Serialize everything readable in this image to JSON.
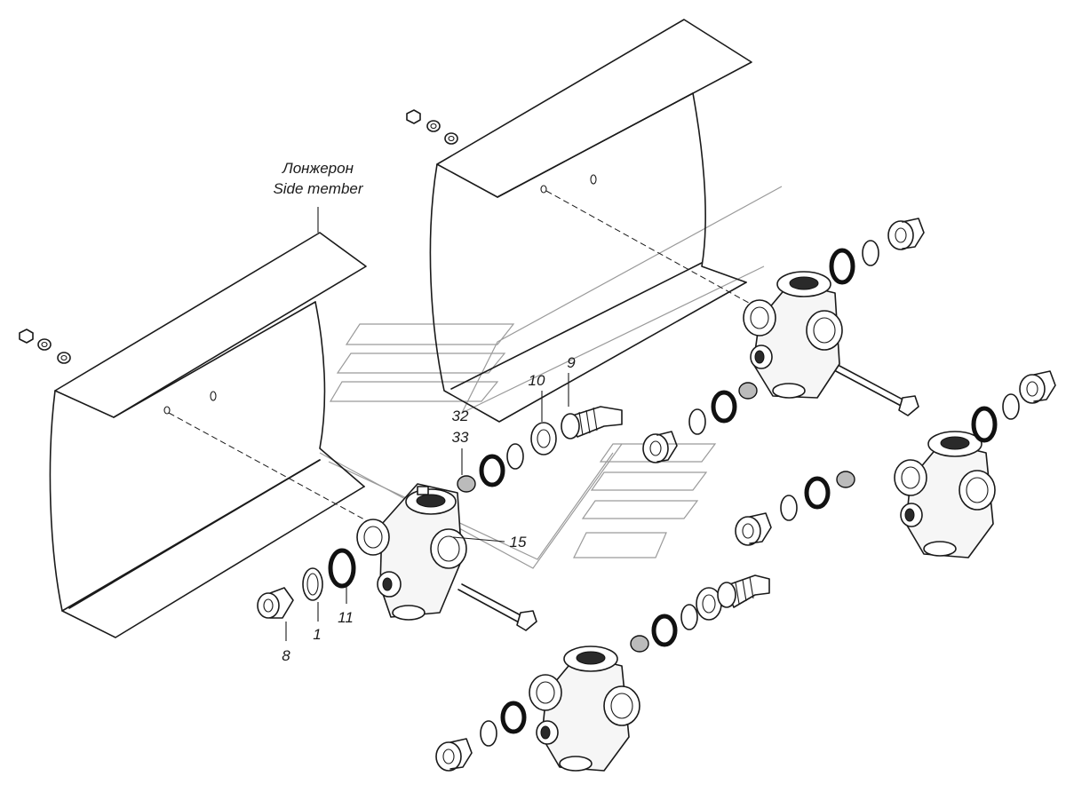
{
  "side_member_label": {
    "ru": "Лонжерон",
    "en": "Side member"
  },
  "callouts": {
    "c1": "1",
    "c8": "8",
    "c9": "9",
    "c10": "10",
    "c11": "11",
    "c15": "15",
    "c32": "32",
    "c33": "33"
  }
}
